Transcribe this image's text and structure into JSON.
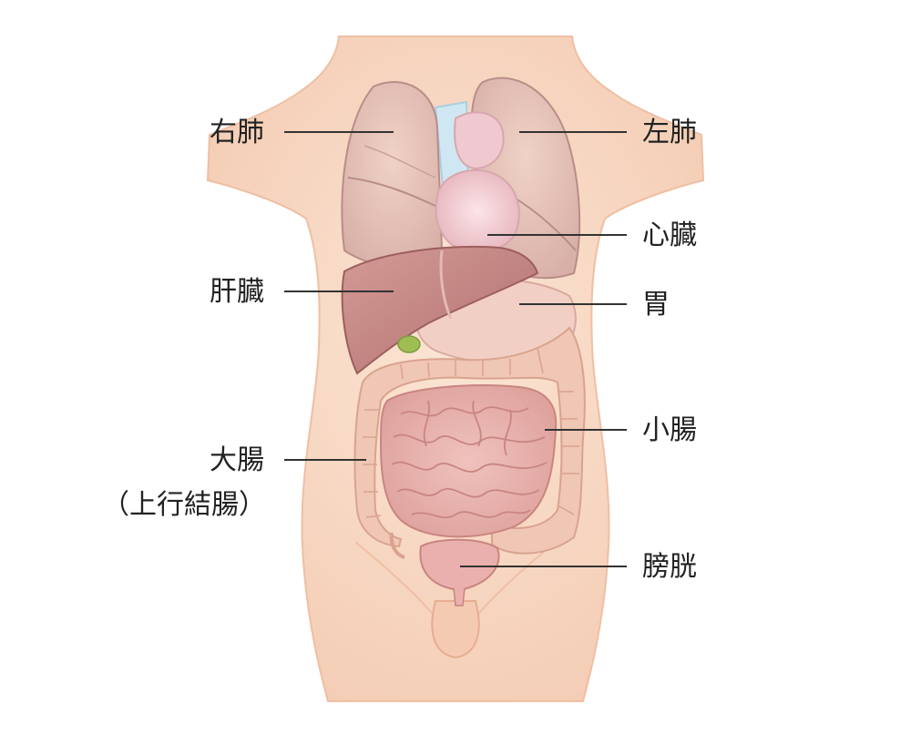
{
  "labels": {
    "right_lung": "右肺",
    "left_lung": "左肺",
    "heart": "心臓",
    "liver": "肝臓",
    "stomach": "胃",
    "small_intestine": "小腸",
    "large_intestine": "大腸",
    "large_intestine_sub": "（上行結腸）",
    "bladder": "膀胱"
  },
  "colors": {
    "skin": "#f9dcc8",
    "skin_edge": "#eeb79a",
    "lung": "#e6c2b7",
    "lung_edge": "#b98d88",
    "heart": "#f1c9cf",
    "liver": "#c98a88",
    "intestine": "#e8b2ae",
    "colon": "#f0c6b4",
    "bladder": "#e8a9a6",
    "trachea": "#cfe7f2"
  }
}
